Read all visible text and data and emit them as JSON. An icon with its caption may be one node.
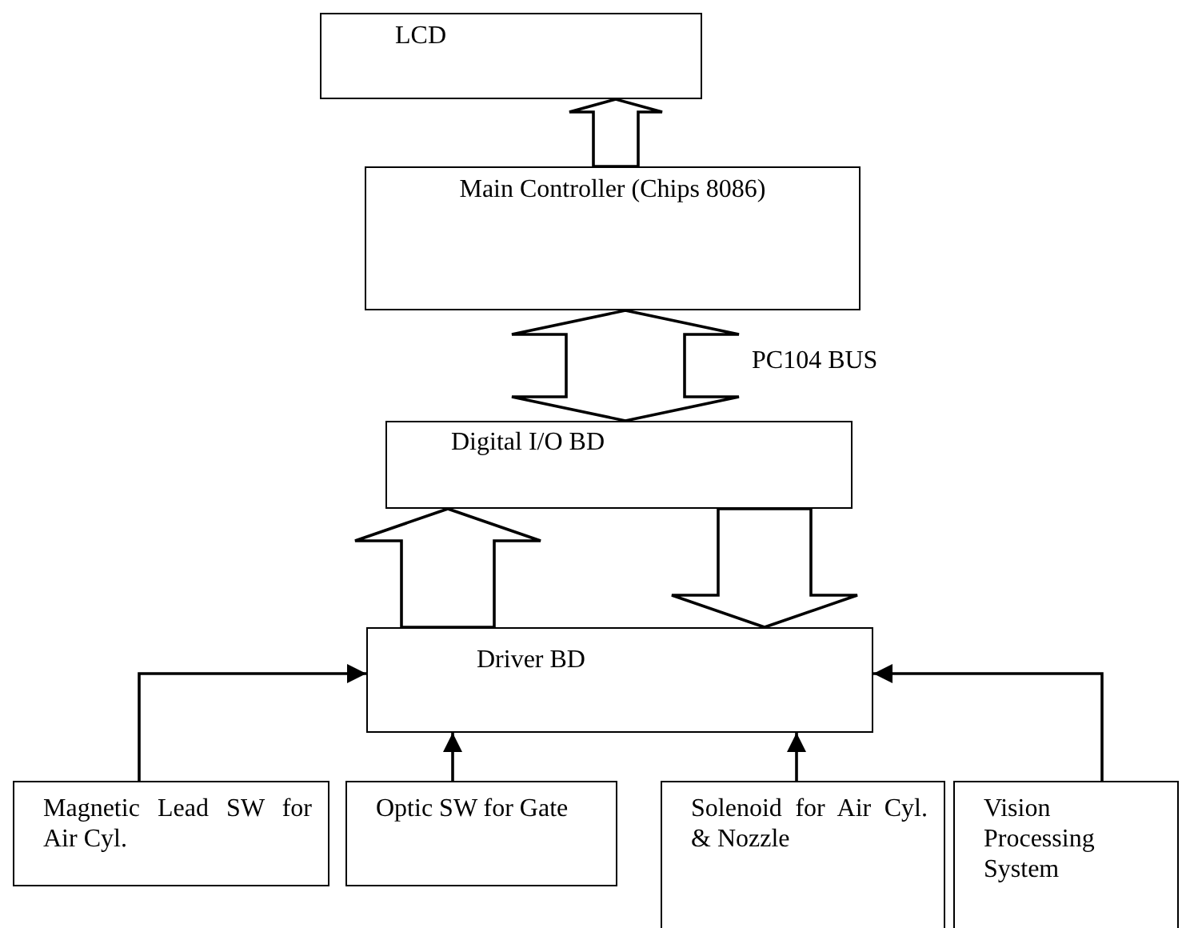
{
  "diagram": {
    "nodes": [
      {
        "text": [
          "LCD"
        ]
      },
      {
        "text": [
          "Main Controller (Chips 8086)"
        ]
      },
      {
        "text": [
          "Digital I/O  BD"
        ]
      },
      {
        "text": [
          "Driver BD"
        ]
      },
      {
        "text": [
          "Magnetic Lead SW for Air Cyl."
        ]
      },
      {
        "text": [
          "Optic SW for Gate"
        ]
      },
      {
        "text": [
          "Solenoid for Air Cyl. & Nozzle"
        ]
      },
      {
        "text": [
          "Vision Processing System"
        ]
      }
    ],
    "edges": [
      {
        "from": 1,
        "to": 0,
        "arrow": "to",
        "style": "thick"
      },
      {
        "from": 1,
        "to": 2,
        "arrow": "both",
        "style": "thick",
        "label": "PC104 BUS"
      },
      {
        "from": 3,
        "to": 2,
        "arrow": "to",
        "style": "thick"
      },
      {
        "from": 2,
        "to": 3,
        "arrow": "to",
        "style": "thick"
      },
      {
        "from": 4,
        "to": 3,
        "arrow": "to"
      },
      {
        "from": 5,
        "to": 3,
        "arrow": "to"
      },
      {
        "from": 6,
        "to": 3,
        "arrow": "to"
      },
      {
        "from": 7,
        "to": 3,
        "arrow": "to"
      }
    ]
  }
}
